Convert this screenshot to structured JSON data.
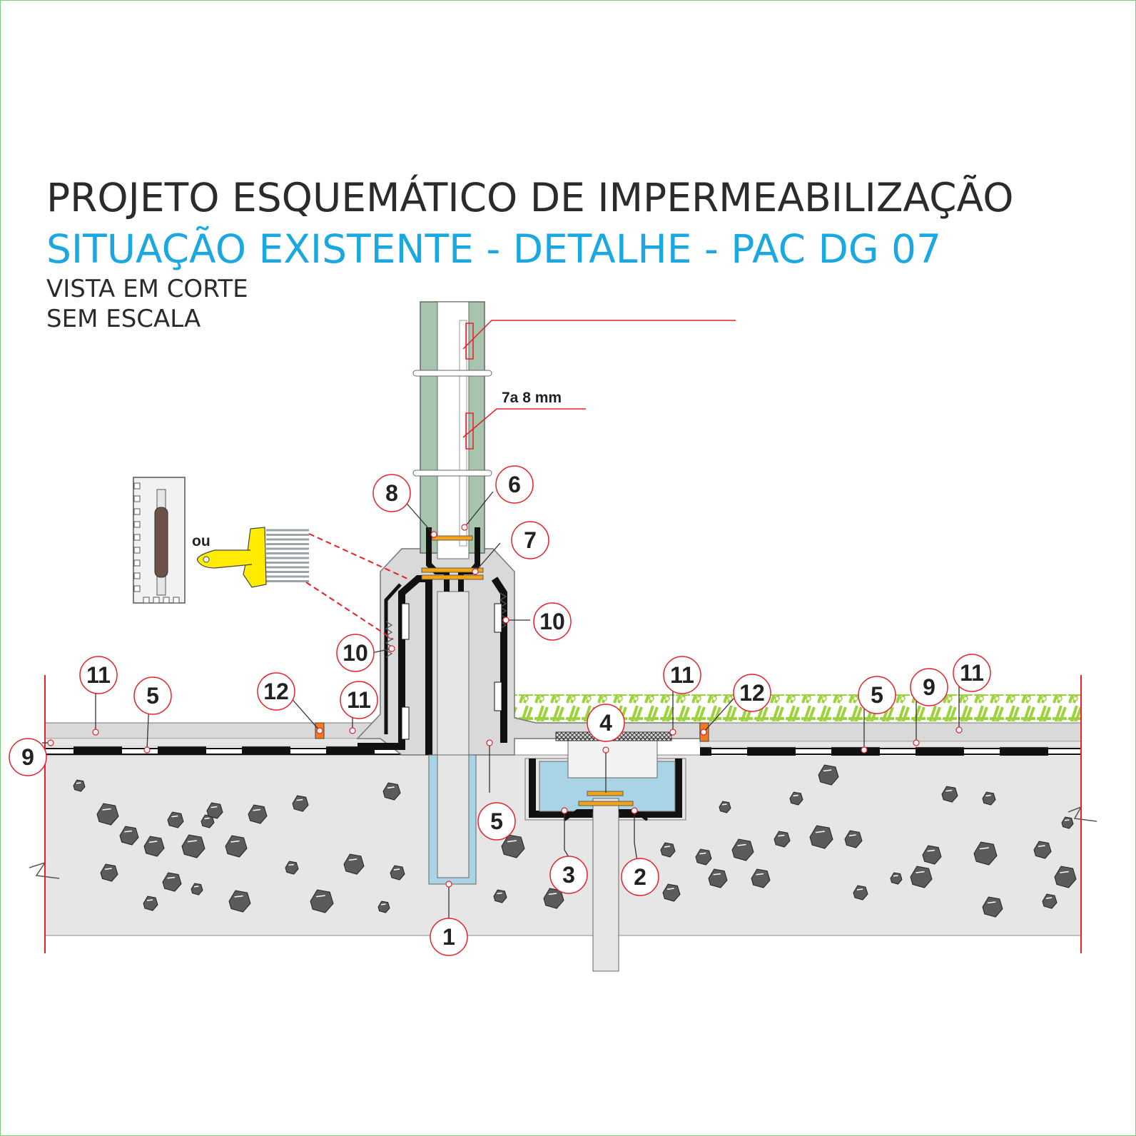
{
  "header": {
    "title": "PROJETO ESQUEMÁTICO DE IMPERMEABILIZAÇÃO",
    "subtitle": "SITUAÇÃO EXISTENTE - DETALHE - PAC DG 07",
    "view": "VISTA EM CORTE",
    "scale": "SEM ESCALA"
  },
  "annotations": {
    "gap": "7a 8 mm",
    "or": "ou"
  },
  "callouts": [
    {
      "id": "c1",
      "label": "1"
    },
    {
      "id": "c2",
      "label": "2"
    },
    {
      "id": "c3",
      "label": "3"
    },
    {
      "id": "c4",
      "label": "4"
    },
    {
      "id": "c5a",
      "label": "5"
    },
    {
      "id": "c5b",
      "label": "5"
    },
    {
      "id": "c5c",
      "label": "5"
    },
    {
      "id": "c6",
      "label": "6"
    },
    {
      "id": "c7",
      "label": "7"
    },
    {
      "id": "c8",
      "label": "8"
    },
    {
      "id": "c9a",
      "label": "9"
    },
    {
      "id": "c9b",
      "label": "9"
    },
    {
      "id": "c10a",
      "label": "10"
    },
    {
      "id": "c10b",
      "label": "10"
    },
    {
      "id": "c11a",
      "label": "11"
    },
    {
      "id": "c11b",
      "label": "11"
    },
    {
      "id": "c11c",
      "label": "11"
    },
    {
      "id": "c11d",
      "label": "11"
    },
    {
      "id": "c12a",
      "label": "12"
    },
    {
      "id": "c12b",
      "label": "12"
    }
  ],
  "colors": {
    "title": "#2b2b2b",
    "subtitle": "#1ba8e0",
    "callout_ring": "#e8202a",
    "concrete": "#e6e6e6",
    "membrane": "#111111",
    "pipe_wall": "#a7c4ac",
    "grass": "#9cd23c",
    "water": "#a9d4e6",
    "brush": "#ffec00",
    "drain_rim": "#f2a31b",
    "joint": "#f47a20"
  },
  "icons": [
    "trowel-icon",
    "brush-icon"
  ]
}
